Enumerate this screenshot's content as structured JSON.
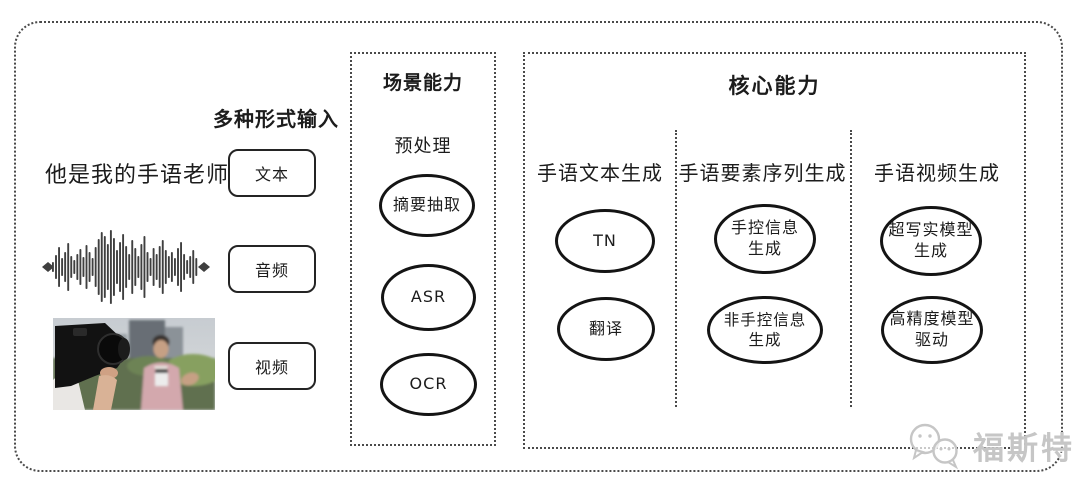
{
  "input_section": {
    "label": "多种形式输入",
    "sentence": "他是我的手语老师",
    "items": [
      {
        "label": "文本"
      },
      {
        "label": "音频"
      },
      {
        "label": "视频"
      }
    ]
  },
  "scene_box": {
    "title": "场景能力",
    "subtitle": "预处理",
    "nodes": [
      "摘要抽取",
      "ASR",
      "OCR"
    ]
  },
  "core_box": {
    "title": "核心能力",
    "columns": [
      {
        "header": "手语文本生成",
        "nodes": [
          "TN",
          "翻译"
        ]
      },
      {
        "header": "手语要素序列生成",
        "nodes": [
          "手控信息\n生成",
          "非手控信息\n生成"
        ]
      },
      {
        "header": "手语视频生成",
        "nodes": [
          "超写实模型\n生成",
          "高精度模型\n驱动"
        ]
      }
    ]
  },
  "watermark": {
    "text": "福斯特"
  },
  "colors": {
    "ink": "#1c1c1c",
    "dotted_border": "#4a4a4a",
    "watermark_gray": "#c6c6c6"
  }
}
